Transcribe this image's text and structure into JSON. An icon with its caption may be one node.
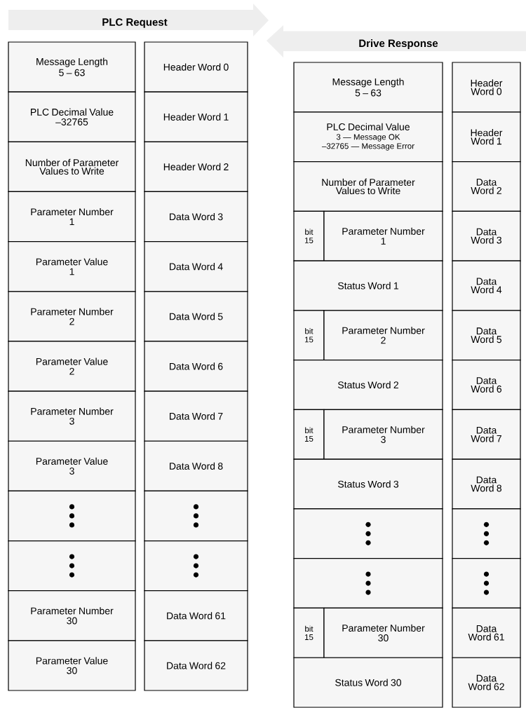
{
  "diagram": {
    "nodes": [
      {
        "text": [
          "PLC Request"
        ]
      },
      {
        "text": [
          "Message Length",
          "5 – 63"
        ]
      },
      {
        "text": [
          "Header Word 0"
        ]
      },
      {
        "text": [
          "PLC Decimal Value",
          "–32765"
        ]
      },
      {
        "text": [
          "Header Word 1"
        ]
      },
      {
        "text": [
          "Number of Parameter Values to Write"
        ]
      },
      {
        "text": [
          "Header Word 2"
        ]
      },
      {
        "text": [
          "Parameter Number",
          "1"
        ]
      },
      {
        "text": [
          "Data Word 3"
        ]
      },
      {
        "text": [
          "Parameter Value",
          "1"
        ]
      },
      {
        "text": [
          "Data Word 4"
        ]
      },
      {
        "text": [
          "Parameter Number",
          "2"
        ]
      },
      {
        "text": [
          "Data Word 5"
        ]
      },
      {
        "text": [
          "Parameter Value",
          "2"
        ]
      },
      {
        "text": [
          "Data Word 6"
        ]
      },
      {
        "text": [
          "Parameter Number",
          "3"
        ]
      },
      {
        "text": [
          "Data Word 7"
        ]
      },
      {
        "text": [
          "Parameter Value",
          "3"
        ]
      },
      {
        "text": [
          "Data Word 8"
        ]
      },
      {
        "text": [],
        "shape": "box"
      },
      {
        "text": [],
        "shape": "box"
      },
      {
        "text": [],
        "shape": "box"
      },
      {
        "text": [],
        "shape": "box"
      },
      {
        "text": [
          "Parameter Number",
          "30"
        ]
      },
      {
        "text": [
          "Data Word 61"
        ]
      },
      {
        "text": [
          "Parameter Value",
          "30"
        ]
      },
      {
        "text": [
          "Data Word 62"
        ]
      },
      {
        "text": [
          "Drive Response"
        ]
      },
      {
        "text": [
          "Message Length",
          "5 – 63"
        ]
      },
      {
        "text": [
          "Header Word 0"
        ]
      },
      {
        "text": [
          "PLC Decimal Value",
          "3 — Message OK",
          "–32765 — Message Error"
        ]
      },
      {
        "text": [
          "Header Word 1"
        ]
      },
      {
        "text": [
          "Number of Parameter Values to Write"
        ]
      },
      {
        "text": [
          "Data Word 2"
        ]
      },
      {
        "text": [
          "bit 15"
        ]
      },
      {
        "text": [
          "Parameter Number",
          "1"
        ]
      },
      {
        "text": [
          "Data Word 3"
        ]
      },
      {
        "text": [
          "Status Word 1"
        ]
      },
      {
        "text": [
          "Data Word 4"
        ]
      },
      {
        "text": [
          "bit 15"
        ]
      },
      {
        "text": [
          "Parameter Number",
          "2"
        ]
      },
      {
        "text": [
          "Data Word 5"
        ]
      },
      {
        "text": [
          "Status Word 2"
        ]
      },
      {
        "text": [
          "Data Word 6"
        ]
      },
      {
        "text": [
          "bit 15"
        ]
      },
      {
        "text": [
          "Parameter Number",
          "3"
        ]
      },
      {
        "text": [
          "Data Word 7"
        ]
      },
      {
        "text": [
          "Status Word 3"
        ]
      },
      {
        "text": [
          "Data Word 8"
        ]
      },
      {
        "text": [],
        "shape": "box"
      },
      {
        "text": [],
        "shape": "box"
      },
      {
        "text": [],
        "shape": "box"
      },
      {
        "text": [],
        "shape": "box"
      },
      {
        "text": [
          "bit 15"
        ]
      },
      {
        "text": [
          "Parameter Number",
          "30"
        ]
      },
      {
        "text": [
          "Data Word 61"
        ]
      },
      {
        "text": [
          "Status Word 30"
        ]
      },
      {
        "text": [
          "Data Word 62"
        ]
      }
    ]
  }
}
